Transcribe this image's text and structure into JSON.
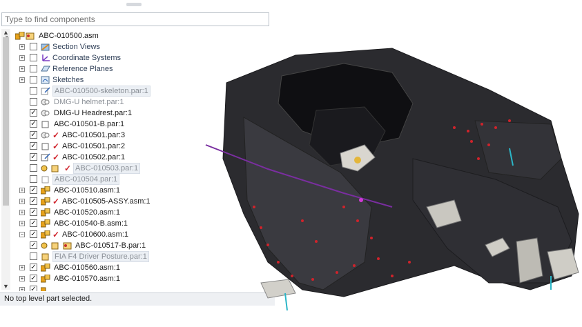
{
  "search": {
    "placeholder": "Type to find components"
  },
  "tree": {
    "root": "ABC-010500.asm",
    "items": [
      {
        "label": "Section Views"
      },
      {
        "label": "Coordinate Systems"
      },
      {
        "label": "Reference Planes"
      },
      {
        "label": "Sketches"
      },
      {
        "label": "ABC-010500-skeleton.par:1"
      },
      {
        "label": "DMG-U helmet.par:1"
      },
      {
        "label": "DMG-U Headrest.par:1"
      },
      {
        "label": "ABC-010501-B.par:1"
      },
      {
        "label": "ABC-010501.par:3"
      },
      {
        "label": "ABC-010501.par:2"
      },
      {
        "label": "ABC-010502.par:1"
      },
      {
        "label": "ABC-010503.par:1"
      },
      {
        "label": "ABC-010504.par:1"
      },
      {
        "label": "ABC-010510.asm:1"
      },
      {
        "label": "ABC-010505-ASSY.asm:1"
      },
      {
        "label": "ABC-010520.asm:1"
      },
      {
        "label": "ABC-010540-B.asm:1"
      },
      {
        "label": "ABC-010600.asm:1"
      },
      {
        "label": "ABC-010517-B.par:1"
      },
      {
        "label": "FIA F4 Driver Posture.par:1"
      },
      {
        "label": "ABC-010560.asm:1"
      },
      {
        "label": "ABC-010570.asm:1"
      }
    ]
  },
  "status": {
    "text": "No top level part selected."
  },
  "colors": {
    "accent": "#d0232b",
    "model": "#2a2a2d",
    "highlight": "#7a2ea0"
  }
}
